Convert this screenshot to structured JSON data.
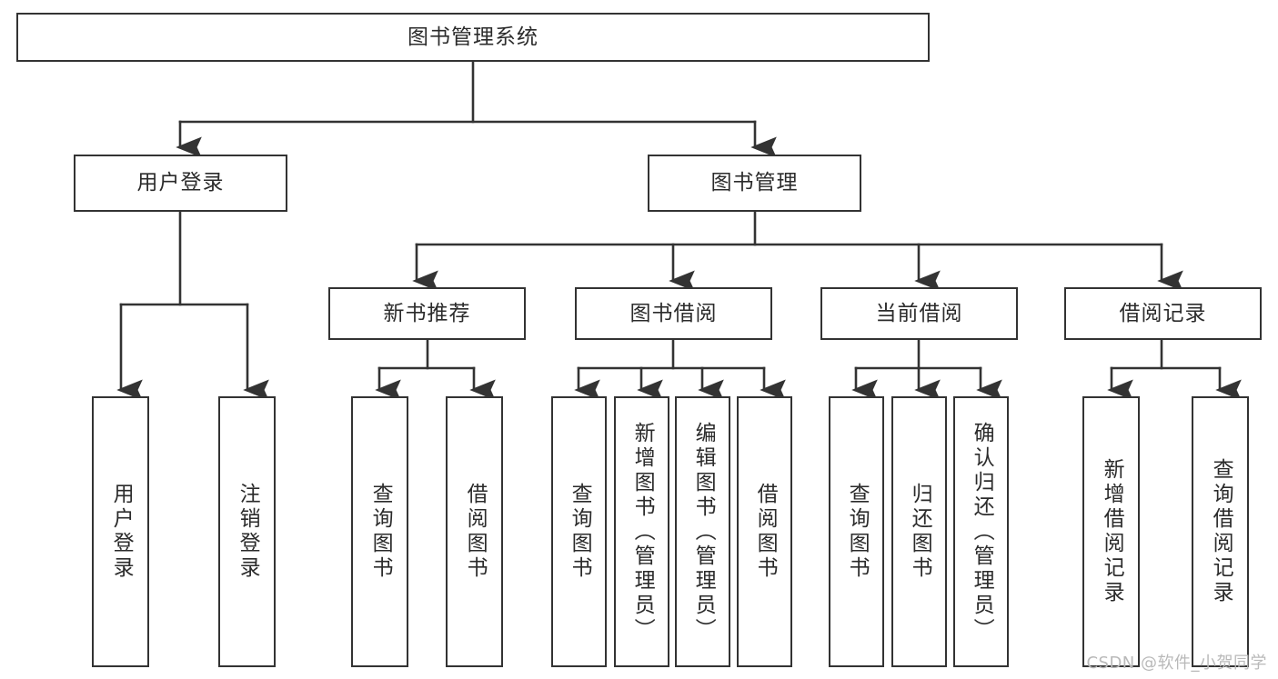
{
  "diagram": {
    "title": "图书管理系统",
    "type": "tree-hierarchy-chart",
    "root": {
      "id": "root",
      "label": "图书管理系统"
    },
    "level2": [
      {
        "id": "user-login",
        "label": "用户登录"
      },
      {
        "id": "book-manage",
        "label": "图书管理"
      }
    ],
    "level3": [
      {
        "id": "new-book-recommend",
        "label": "新书推荐"
      },
      {
        "id": "book-borrow",
        "label": "图书借阅"
      },
      {
        "id": "current-borrow",
        "label": "当前借阅"
      },
      {
        "id": "borrow-record",
        "label": "借阅记录"
      }
    ],
    "leaves": {
      "user_login": [
        {
          "id": "leaf-user-login",
          "label": "用户登录"
        },
        {
          "id": "leaf-logout-login",
          "label": "注销登录"
        }
      ],
      "new_book_recommend": [
        {
          "id": "leaf-query-book-1",
          "label": "查询图书"
        },
        {
          "id": "leaf-borrow-book-1",
          "label": "借阅图书"
        }
      ],
      "book_borrow": [
        {
          "id": "leaf-query-book-2",
          "label": "查询图书"
        },
        {
          "id": "leaf-add-book",
          "label": "新增图书（管理员）"
        },
        {
          "id": "leaf-edit-book",
          "label": "编辑图书（管理员）"
        },
        {
          "id": "leaf-borrow-book-2",
          "label": "借阅图书"
        }
      ],
      "current_borrow": [
        {
          "id": "leaf-query-book-3",
          "label": "查询图书"
        },
        {
          "id": "leaf-return-book",
          "label": "归还图书"
        },
        {
          "id": "leaf-confirm-return",
          "label": "确认归还（管理员）"
        }
      ],
      "borrow_record": [
        {
          "id": "leaf-add-record",
          "label": "新增借阅记录"
        },
        {
          "id": "leaf-query-record",
          "label": "查询借阅记录"
        }
      ]
    },
    "colors": {
      "stroke": "#333333",
      "fill": "#ffffff",
      "text": "#2b2b2b",
      "watermark": "#b9b9b9"
    }
  },
  "watermark": {
    "text": "CSDN @软件_小贺同学"
  }
}
